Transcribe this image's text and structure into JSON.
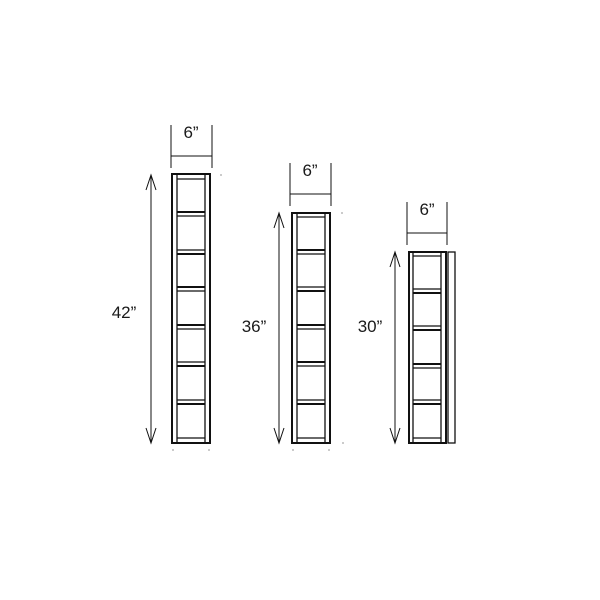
{
  "diagram": {
    "title": "",
    "units": "inches",
    "cabinets": [
      {
        "id": "cabinet-42",
        "width_label": "6”",
        "height_label": "42”",
        "width_in": 6,
        "height_in": 42,
        "bays": 7,
        "has_end_panel": false
      },
      {
        "id": "cabinet-36",
        "width_label": "6”",
        "height_label": "36”",
        "width_in": 6,
        "height_in": 36,
        "bays": 6,
        "has_end_panel": false
      },
      {
        "id": "cabinet-30",
        "width_label": "6”",
        "height_label": "30”",
        "width_in": 6,
        "height_in": 30,
        "bays": 5,
        "has_end_panel": true
      }
    ],
    "colors": {
      "line": "#111111",
      "background": "#ffffff",
      "text": "#1a1a1a"
    }
  }
}
